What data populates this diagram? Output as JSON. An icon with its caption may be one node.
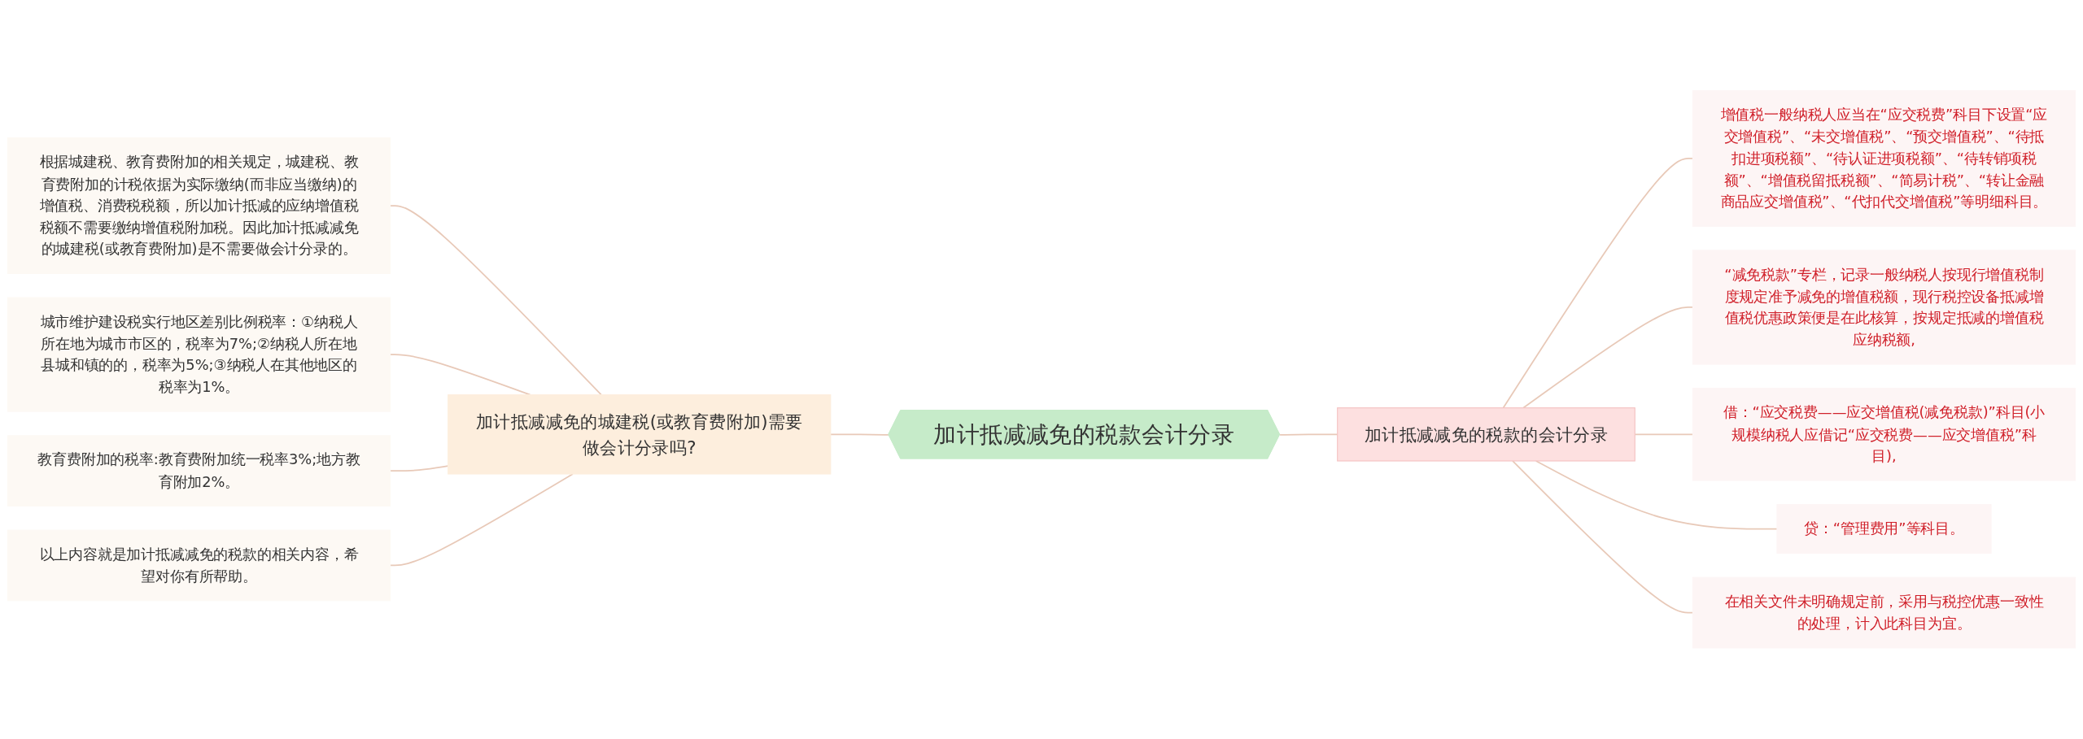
{
  "diagram": {
    "nodes": [
      {
        "text": [
          "加计抵减减免的税款会计分录"
        ]
      },
      {
        "text": [
          "加计抵减减免的城建税(或教育费附加)需要做会计分录吗?"
        ]
      },
      {
        "text": [
          "根据城建税、教育费附加的相关规定，城建税、教育费附加的计税依据为实际缴纳(而非应当缴纳)的增值税、消费税税额，所以加计抵减的应纳增值税税额不需要缴纳增值税附加税。因此加计抵减减免的城建税(或教育费附加)是不需要做会计分录的。"
        ]
      },
      {
        "text": [
          "城市维护建设税实行地区差别比例税率：①纳税人所在地为城市市区的，税率为7%;②纳税人所在地县城和镇的的，税率为5%;③纳税人在其他地区的税率为1%。"
        ]
      },
      {
        "text": [
          "教育费附加的税率:教育费附加统一税率3%;地方教育附加2%。"
        ]
      },
      {
        "text": [
          "以上内容就是加计抵减减免的税款的相关内容，希望对你有所帮助。"
        ]
      },
      {
        "text": [
          "加计抵减减免的税款的会计分录"
        ]
      },
      {
        "text": [
          "增值税一般纳税人应当在“应交税费”科目下设置“应交增值税”、“未交增值税”、“预交增值税”、“待抵扣进项税额”、“待认证进项税额”、“待转销项税额”、“增值税留抵税额”、“简易计税”、“转让金融商品应交增值税”、“代扣代交增值税”等明细科目。"
        ]
      },
      {
        "text": [
          "“减免税款”专栏，记录一般纳税人按现行增值税制度规定准予减免的增值税额，现行税控设备抵减增值税优惠政策便是在此核算，按规定抵减的增值税应纳税额,"
        ]
      },
      {
        "text": [
          "借：“应交税费——应交增值税(减免税款)”科目(小规模纳税人应借记“应交税费——应交增值税”科目),"
        ]
      },
      {
        "text": [
          "贷：“管理费用”等科目。"
        ]
      },
      {
        "text": [
          "在相关文件未明确规定前，采用与税控优惠一致性的处理，计入此科目为宜。"
        ]
      }
    ],
    "edges": [
      {
        "from": 0,
        "to": 1,
        "arrow": "none"
      },
      {
        "from": 1,
        "to": 2,
        "arrow": "none"
      },
      {
        "from": 1,
        "to": 3,
        "arrow": "none"
      },
      {
        "from": 1,
        "to": 4,
        "arrow": "none"
      },
      {
        "from": 1,
        "to": 5,
        "arrow": "none"
      },
      {
        "from": 0,
        "to": 6,
        "arrow": "none"
      },
      {
        "from": 6,
        "to": 7,
        "arrow": "none"
      },
      {
        "from": 6,
        "to": 8,
        "arrow": "none"
      },
      {
        "from": 6,
        "to": 9,
        "arrow": "none"
      },
      {
        "from": 6,
        "to": 10,
        "arrow": "none"
      },
      {
        "from": 6,
        "to": 11,
        "arrow": "none"
      }
    ]
  }
}
